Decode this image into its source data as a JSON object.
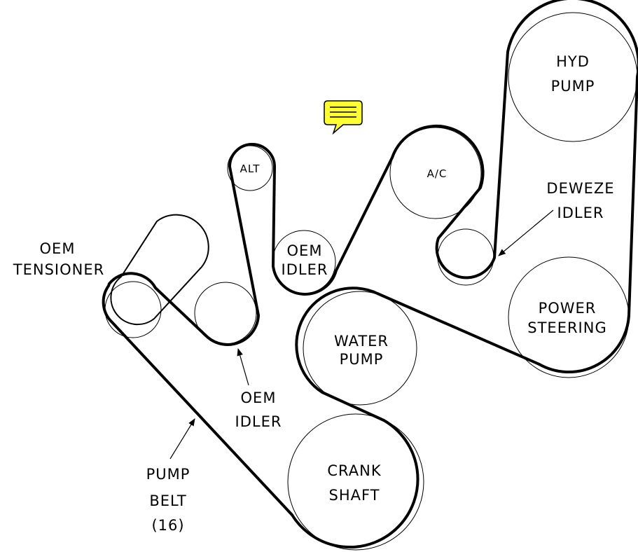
{
  "labels": {
    "hyd_pump": [
      "HYD",
      "PUMP"
    ],
    "alt": "ALT",
    "ac": "A/C",
    "deweze_idler": [
      "DEWEZE",
      "IDLER"
    ],
    "oem_tensioner": [
      "OEM",
      "TENSIONER"
    ],
    "oem_idler_top": [
      "OEM",
      "IDLER"
    ],
    "power_steering": [
      "POWER",
      "STEERING"
    ],
    "water_pump": [
      "WATER",
      "PUMP"
    ],
    "oem_idler_bottom": [
      "OEM",
      "IDLER"
    ],
    "crank_shaft": [
      "CRANK",
      "SHAFT"
    ],
    "pump_belt": [
      "PUMP",
      "BELT",
      "(16)"
    ]
  },
  "colors": {
    "line": "#000000",
    "note_fill": "#ffff33",
    "background": "#ffffff"
  },
  "icons": {
    "note": "comment-note-icon"
  }
}
